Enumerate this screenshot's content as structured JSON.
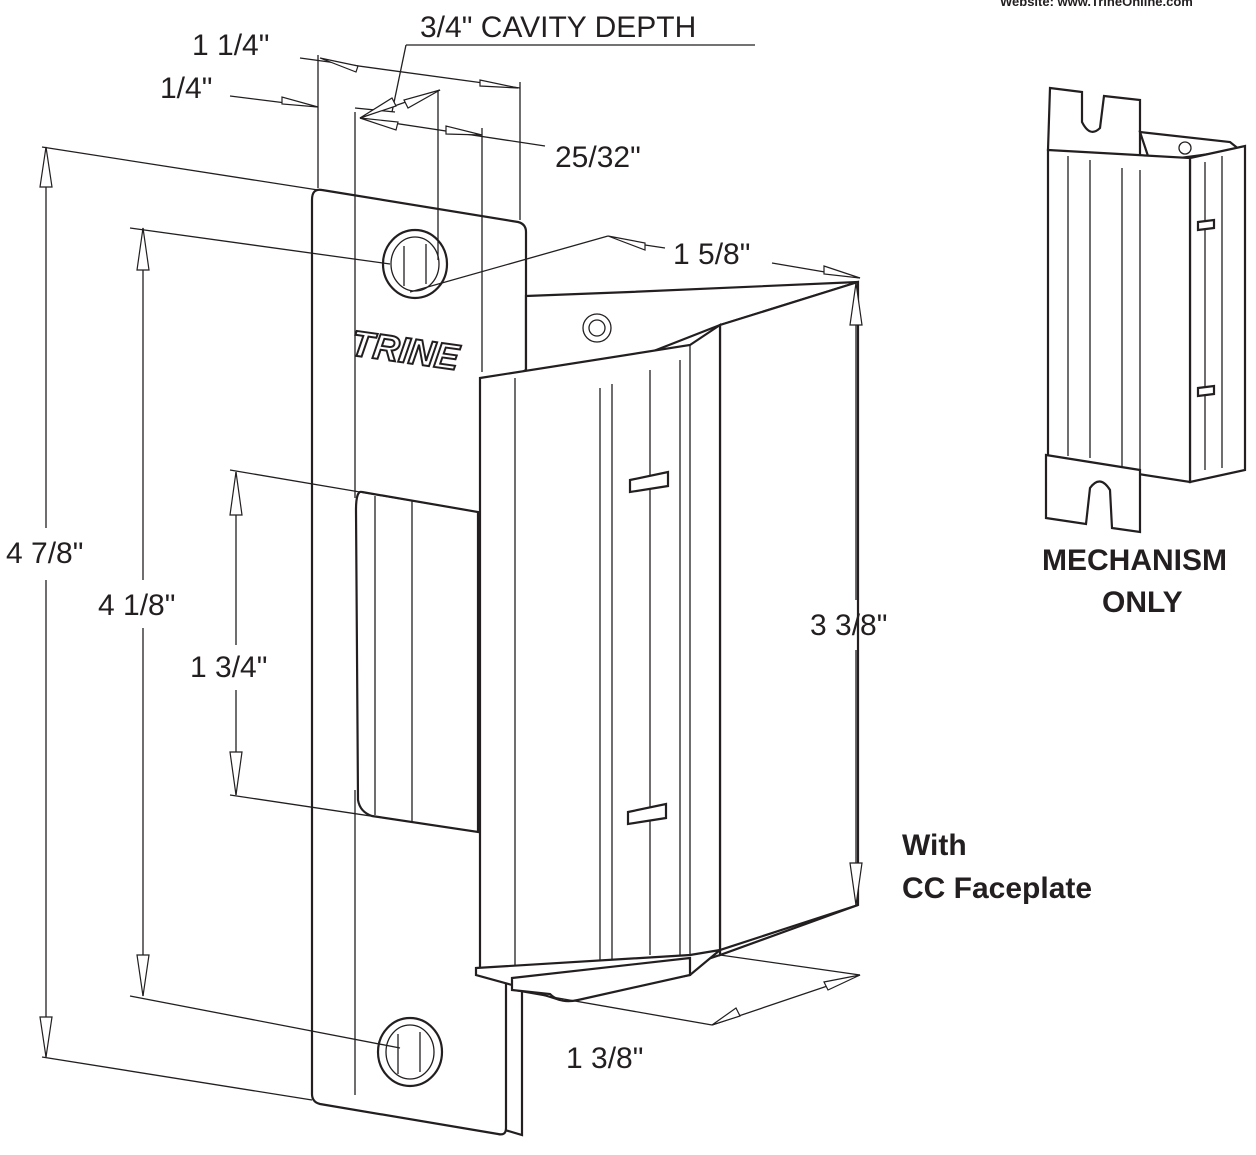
{
  "header": {
    "website": "Website: www.TrineOnline.com"
  },
  "drawing": {
    "brand_logo": "TRINE",
    "dimensions": {
      "face_width": "1 1/4\"",
      "face_offset": "1/4\"",
      "cavity_depth": "3/4\" CAVITY DEPTH",
      "depth_25_32": "25/32\"",
      "body_depth": "1 5/8\"",
      "overall_height": "4 7/8\"",
      "hole_spacing": "4 1/8\"",
      "keeper_height": "1 3/4\"",
      "body_height": "3 3/8\"",
      "body_width": "1 3/8\""
    },
    "captions": {
      "mechanism_line1": "MECHANISM",
      "mechanism_line2": "ONLY",
      "faceplate_line1": "With",
      "faceplate_line2": "CC Faceplate"
    }
  }
}
